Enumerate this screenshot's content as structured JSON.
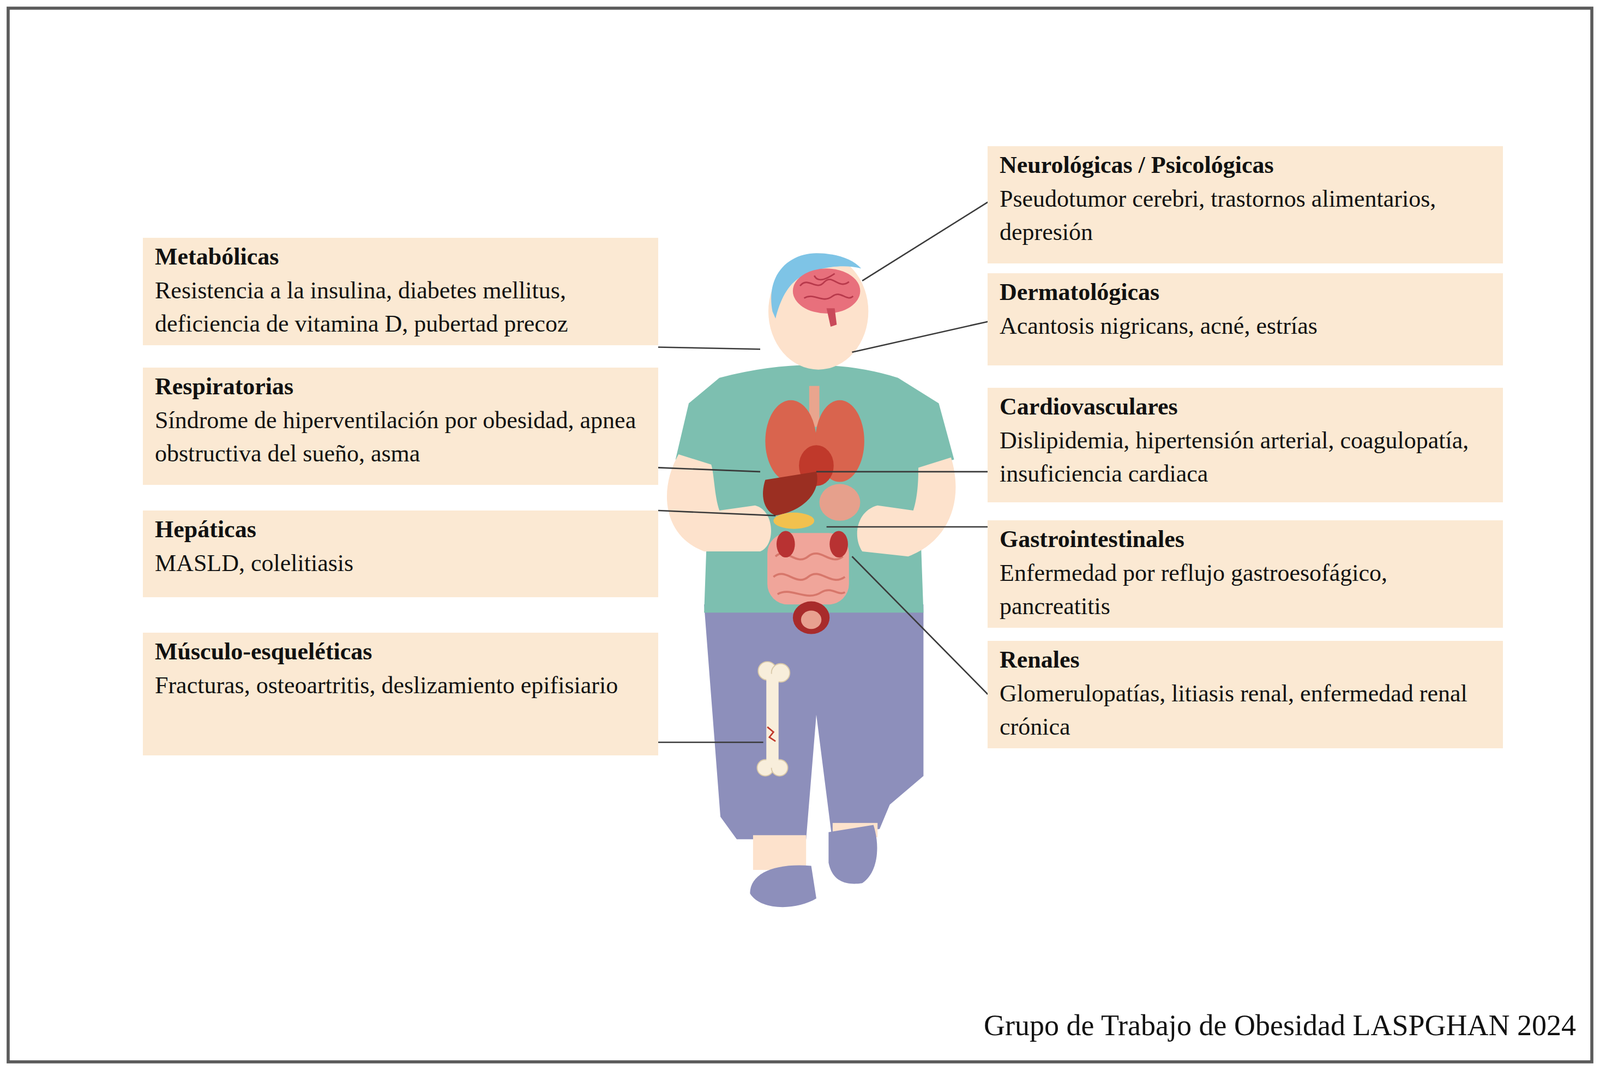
{
  "diagram": {
    "nodes": [
      {
        "text": [
          "Metabólicas",
          "Resistencia a la insulina, diabetes mellitus, deficiencia de vitamina D, pubertad precoz"
        ]
      },
      {
        "text": [
          "Respiratorias",
          "Síndrome de hiperventilación por obesidad, apnea obstructiva del sueño, asma"
        ]
      },
      {
        "text": [
          "Hepáticas",
          "MASLD, colelitiasis"
        ]
      },
      {
        "text": [
          "Músculo-esqueléticas",
          "Fracturas, osteoartritis, deslizamiento epifisiario"
        ]
      },
      {
        "text": [
          "Neurológicas / Psicológicas",
          "Pseudotumor cerebri, trastornos alimentarios, depresión"
        ]
      },
      {
        "text": [
          "Dermatológicas",
          "Acantosis nigricans, acné, estrías"
        ]
      },
      {
        "text": [
          "Cardiovasculares",
          "Dislipidemia, hipertensión arterial, coagulopatía, insuficiencia cardiaca"
        ]
      },
      {
        "text": [
          "Gastrointestinales",
          "Enfermedad por reflujo gastroesofágico, pancreatitis"
        ]
      },
      {
        "text": [
          "Renales",
          "Glomerulopatías, litiasis renal, enfermedad renal crónica"
        ]
      }
    ],
    "labels": [
      "Grupo de Trabajo de Obesidad LASPGHAN 2024"
    ]
  }
}
